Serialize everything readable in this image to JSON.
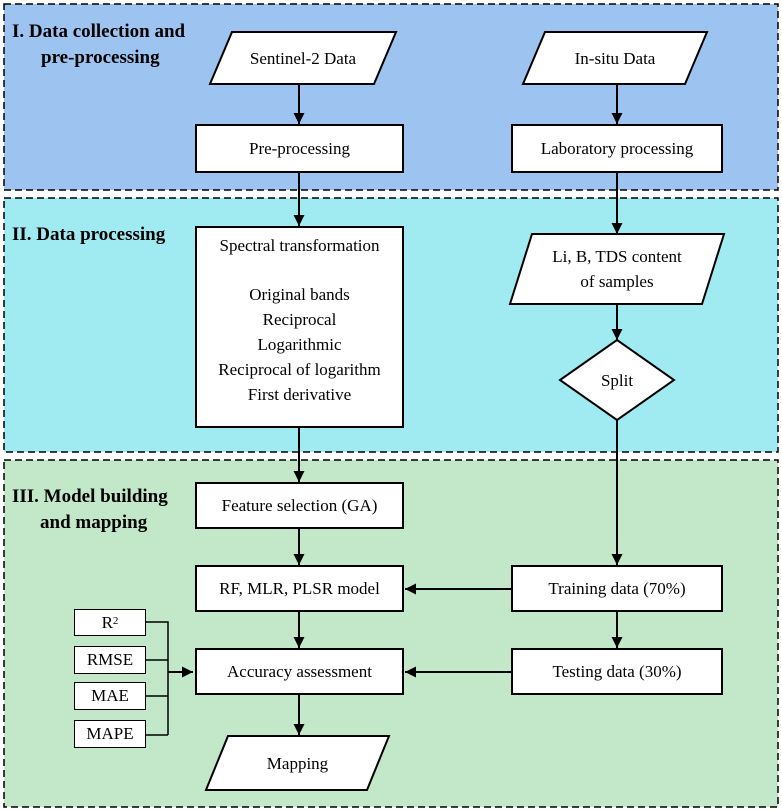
{
  "colors": {
    "section1_fill": "#9dc3f0",
    "section2_fill": "#a0ebf2",
    "section3_fill": "#c2e7c9",
    "stroke": "#000000"
  },
  "sections": {
    "s1": {
      "line1": "I. Data collection and",
      "line2": "pre-processing"
    },
    "s2": {
      "line1": "II. Data processing"
    },
    "s3": {
      "line1": "III. Model building",
      "line2": "and mapping"
    }
  },
  "nodes": {
    "sentinel": "Sentinel-2 Data",
    "insitu": "In-situ Data",
    "preprocessing": "Pre-processing",
    "lab": "Laboratory processing",
    "spectral_title": "Spectral transformation",
    "spectral_items": [
      "Original bands",
      "Reciprocal",
      "Logarithmic",
      "Reciprocal of logarithm",
      "First derivative"
    ],
    "content_line1": "Li, B, TDS content",
    "content_line2": "of samples",
    "split": "Split",
    "feature": "Feature selection (GA)",
    "model": "RF, MLR, PLSR model",
    "training": "Training data (70%)",
    "accuracy": "Accuracy assessment",
    "testing": "Testing data (30%)",
    "mapping": "Mapping"
  },
  "metrics": {
    "r2_base": "R",
    "r2_sup": "2",
    "rmse": "RMSE",
    "mae": "MAE",
    "mape": "MAPE"
  }
}
